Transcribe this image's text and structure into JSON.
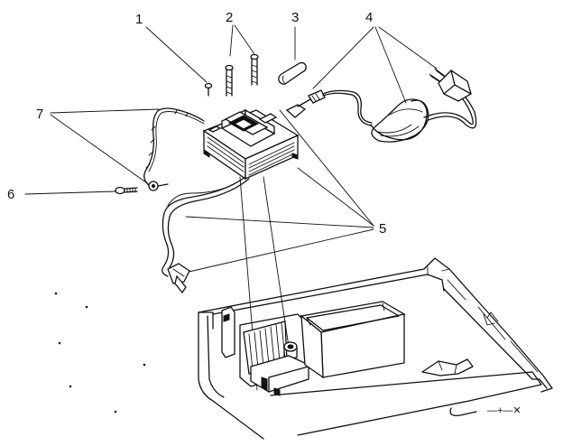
{
  "diagram": {
    "callouts": [
      {
        "id": "1",
        "label": "1"
      },
      {
        "id": "2",
        "label": "2"
      },
      {
        "id": "3",
        "label": "3"
      },
      {
        "id": "4",
        "label": "4"
      },
      {
        "id": "5",
        "label": "5"
      },
      {
        "id": "6",
        "label": "6"
      },
      {
        "id": "7",
        "label": "7"
      }
    ],
    "corner_mark": "—+—✕"
  }
}
